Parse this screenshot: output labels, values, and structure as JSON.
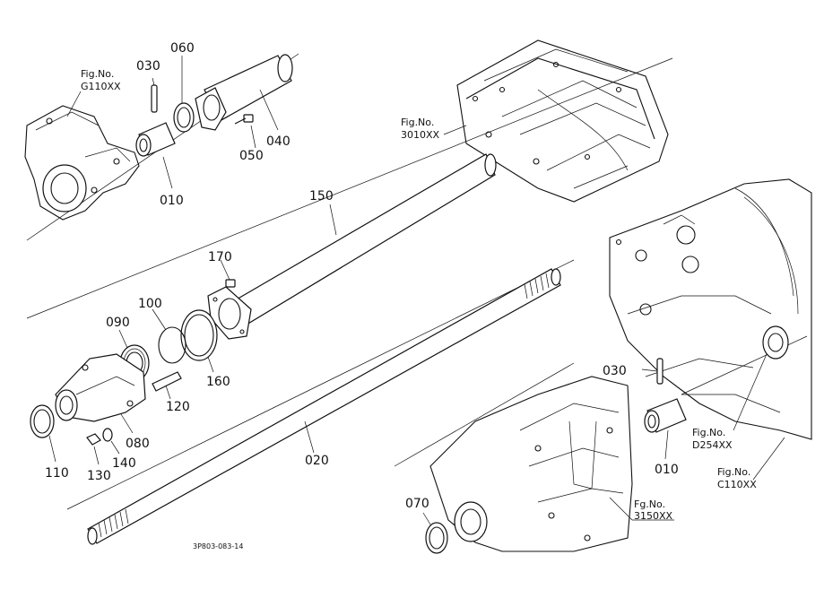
{
  "parts": {
    "p010_top": "010",
    "p030_top": "030",
    "p060": "060",
    "p040": "040",
    "p050": "050",
    "p150": "150",
    "p170": "170",
    "p100": "100",
    "p090": "090",
    "p160": "160",
    "p120": "120",
    "p080": "080",
    "p110": "110",
    "p130": "130",
    "p140": "140",
    "p020": "020",
    "p030_right": "030",
    "p010_right": "010",
    "p070": "070"
  },
  "refs": {
    "g110": {
      "l1": "Fig.No.",
      "l2": "G110XX"
    },
    "r3010": {
      "l1": "Fig.No.",
      "l2": "3010XX"
    },
    "d254": {
      "l1": "Fig.No.",
      "l2": "D254XX"
    },
    "c110": {
      "l1": "Fig.No.",
      "l2": "C110XX"
    },
    "r3150": {
      "l1": "Fg.No.",
      "l2": "3150XX"
    }
  },
  "drawing_code": "3P803-083-14"
}
